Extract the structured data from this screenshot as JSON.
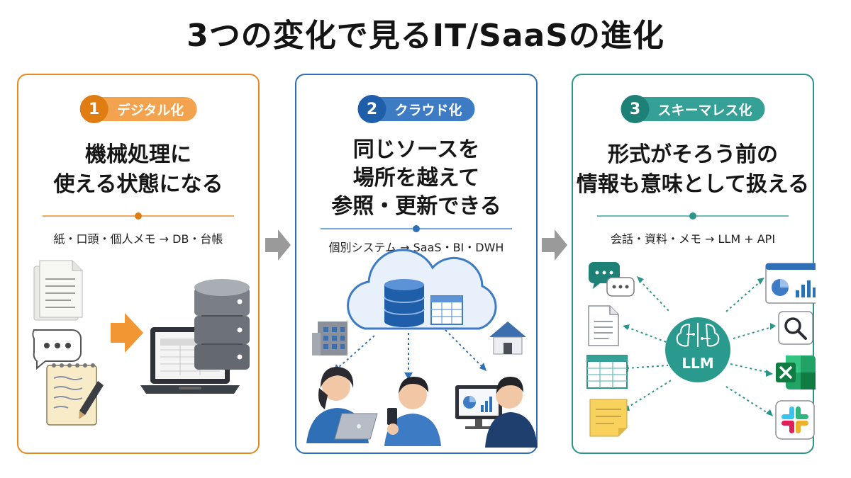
{
  "title": "3つの変化で見るIT/SaaSの進化",
  "panels": [
    {
      "number": "1",
      "label": "デジタル化",
      "heading_lines": [
        "機械処理に",
        "使える状態になる"
      ],
      "flow": "紙・口頭・個人メモ → DB・台帳"
    },
    {
      "number": "2",
      "label": "クラウド化",
      "heading_lines": [
        "同じソースを",
        "場所を越えて",
        "参照・更新できる"
      ],
      "flow": "個別システム → SaaS・BI・DWH"
    },
    {
      "number": "3",
      "label": "スキーマレス化",
      "heading_lines": [
        "形式がそろう前の",
        "情報も意味として扱える"
      ],
      "flow": "会話・資料・メモ → LLM + API",
      "hub_label": "LLM"
    }
  ],
  "colors": {
    "orange": "#e07d12",
    "blue": "#2f6fb6",
    "teal": "#2b958c",
    "arrow_gray": "#9a9a9a"
  },
  "icons": {
    "panel1": [
      "document-icon",
      "chat-bubble-icon",
      "notepad-pen-icon",
      "forward-arrow-icon",
      "laptop-table-icon",
      "database-server-icon"
    ],
    "panel2": [
      "cloud-icon",
      "database-icon",
      "table-icon",
      "office-building-icon",
      "house-icon",
      "woman-laptop-icon",
      "man-phone-icon",
      "man-monitor-icon"
    ],
    "panel3": [
      "chat-bubbles-icon",
      "document-icon",
      "spreadsheet-icon",
      "sticky-note-icon",
      "llm-brain-hub-icon",
      "dashboard-icon",
      "search-icon",
      "excel-icon",
      "slack-icon"
    ]
  }
}
